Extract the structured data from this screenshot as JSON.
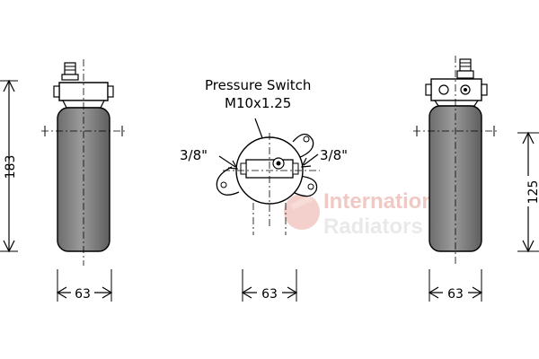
{
  "annotations": {
    "switch_title": "Pressure Switch",
    "switch_thread": "M10x1.25",
    "port_left": "3/8\"",
    "port_right": "3/8\""
  },
  "dimensions": {
    "left_height": "183",
    "right_height": "125",
    "width_left": "63",
    "width_center": "63",
    "width_right": "63"
  },
  "watermark": {
    "line1": "International",
    "line2": "Radiators"
  }
}
